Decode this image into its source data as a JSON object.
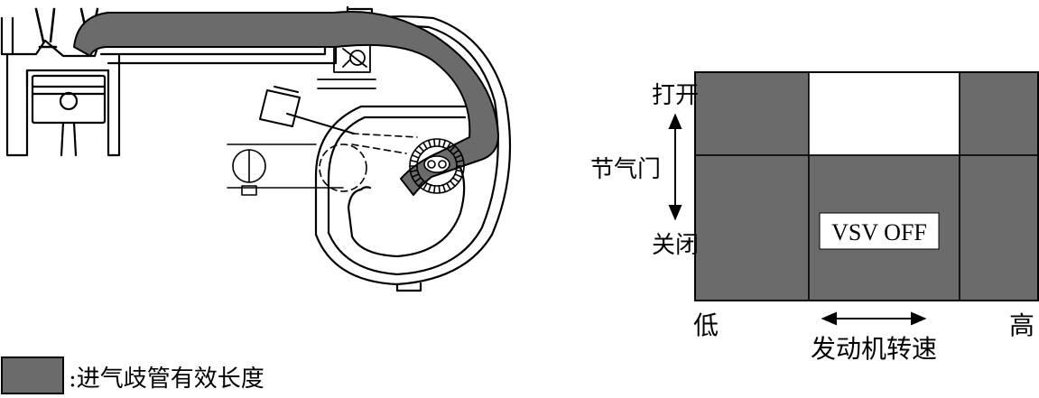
{
  "legend": {
    "label": ":进气歧管有效长度"
  },
  "grid_chart": {
    "y_axis": {
      "top_label": "打开",
      "mid_label": "节气门",
      "bottom_label": "关闭"
    },
    "x_axis": {
      "left_label": "低",
      "right_label": "高",
      "title": "发动机转速"
    },
    "cells": [
      {
        "state": "on"
      },
      {
        "state": "off"
      },
      {
        "state": "on"
      },
      {
        "state": "on"
      },
      {
        "state": "on"
      },
      {
        "state": "on"
      }
    ],
    "region_label": "VSV OFF"
  },
  "colors": {
    "manifold_fill": "#6b6b6b",
    "cell_on": "#6b6b6b",
    "cell_off": "#ffffff",
    "line": "#000000"
  }
}
